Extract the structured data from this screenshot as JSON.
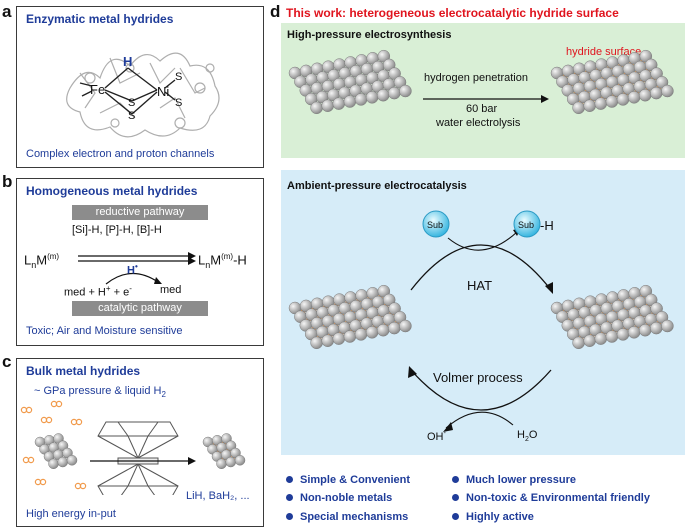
{
  "panel_a": {
    "letter": "a",
    "title": "Enzymatic metal hydrides",
    "caption": "Complex electron and proton channels",
    "labels": {
      "fe": "Fe",
      "ni": "Ni",
      "h": "H",
      "s1": "S",
      "s2": "S",
      "s3": "S",
      "s4": "S"
    }
  },
  "panel_b": {
    "letter": "b",
    "title": "Homogeneous metal hydrides",
    "reductive_label": "reductive pathway",
    "reagents": "[Si]-H, [P]-H, [B]-H",
    "lhs": "L",
    "lhs_sub": "n",
    "lhs_metal": "M",
    "lhs_sup": "(m)",
    "rhs_metal": "M",
    "rhs_sup": "(m)",
    "rhs_tail": "-H",
    "h_radical": "H",
    "med_left": "med + H",
    "plus_e": " + e",
    "med_right": "med",
    "catalytic_label": "catalytic pathway",
    "caption": "Toxic; Air and Moisture sensitive"
  },
  "panel_c": {
    "letter": "c",
    "title": "Bulk metal hydrides",
    "condition": "~ GPa pressure & liquid H",
    "condition_sub": "2",
    "products": "LiH, BaH₂, ...",
    "caption": "High energy in-put"
  },
  "panel_d": {
    "letter": "d",
    "headline": "This work:  heterogeneous electrocatalytic hydride surface",
    "high_pressure": {
      "title": "High-pressure electrosynthesis",
      "above_arrow": "hydrogen penetration",
      "below_arrow_1": "60 bar",
      "below_arrow_2": "water electrolysis",
      "product_label": "hydride surface"
    },
    "ambient": {
      "title": "Ambient-pressure electrocatalysis",
      "sub_label": "Sub",
      "sub_h_label": "Sub",
      "h_suffix": "-H",
      "hat": "HAT",
      "volmer": "Volmer process",
      "oh": "OH",
      "water": "H",
      "water_sub": "2",
      "water_tail": "O"
    },
    "bullets_left": [
      "Simple & Convenient",
      "Non-noble metals",
      "Special mechanisms"
    ],
    "bullets_right": [
      "Much lower pressure",
      "Non-toxic & Environmental friendly",
      "Highly active"
    ]
  },
  "colors": {
    "accent_blue": "#1f3c99",
    "headline_red": "#e0141e",
    "green_panel": "#d9efd6",
    "blue_panel": "#d6ecf8",
    "hydride_orange": "#f19a4b",
    "sphere_gray": "#bcbcbc"
  }
}
